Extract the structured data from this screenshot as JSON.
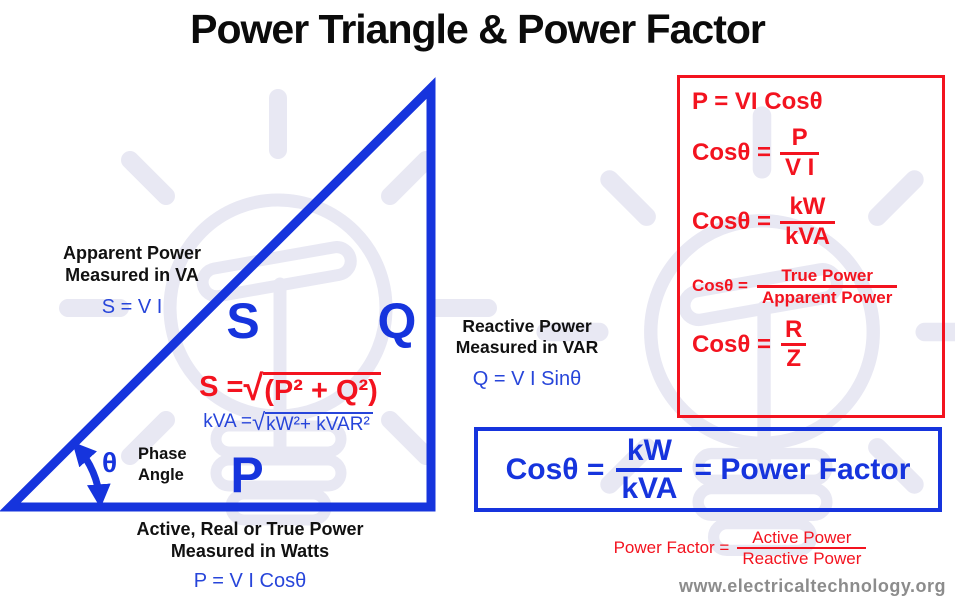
{
  "page": {
    "title": "Power Triangle & Power Factor",
    "website": "www.electricaltechnology.org"
  },
  "colors": {
    "blue": "#1634dd",
    "formula_blue": "#2745da",
    "red": "#f3131f",
    "black": "#111111",
    "gray": "#8c8c8c",
    "watermark": "#e8e8f3"
  },
  "triangle": {
    "s_label": "S",
    "q_label": "Q",
    "p_label": "P",
    "theta": "θ",
    "phase_line1": "Phase",
    "phase_line2": "Angle",
    "s_formula_lhs": "S = ",
    "s_formula_radical": "√",
    "s_formula_radicand": "(P² + Q²)",
    "kva_formula_lhs": "kVA = ",
    "kva_formula_radical": "√",
    "kva_formula_radicand": "kW²+ kVAR²"
  },
  "labels": {
    "apparent_line1": "Apparent Power",
    "apparent_line2": "Measured in VA",
    "apparent_formula": "S = V I",
    "reactive_line1": "Reactive Power",
    "reactive_line2": "Measured in VAR",
    "reactive_formula": "Q = V I Sinθ",
    "active_line1": "Active, Real or True Power",
    "active_line2": "Measured in Watts",
    "active_formula": "P = V I Cosθ"
  },
  "red_box": {
    "row1": "P = VI Cosθ",
    "row2_lhs": "Cosθ =",
    "row2_num": "P",
    "row2_den": "V I",
    "row3_lhs": "Cosθ =",
    "row3_num": "kW",
    "row3_den": "kVA",
    "row4_lhs": "Cosθ =",
    "row4_num": "True Power",
    "row4_den": "Apparent Power",
    "row5_lhs": "Cosθ =",
    "row5_num": "R",
    "row5_den": "Z"
  },
  "blue_box": {
    "lhs": "Cosθ =",
    "num": "kW",
    "den": "kVA",
    "rhs": "= Power Factor"
  },
  "pf": {
    "lhs": "Power Factor =",
    "num": "Active Power",
    "den": "Reactive Power"
  }
}
